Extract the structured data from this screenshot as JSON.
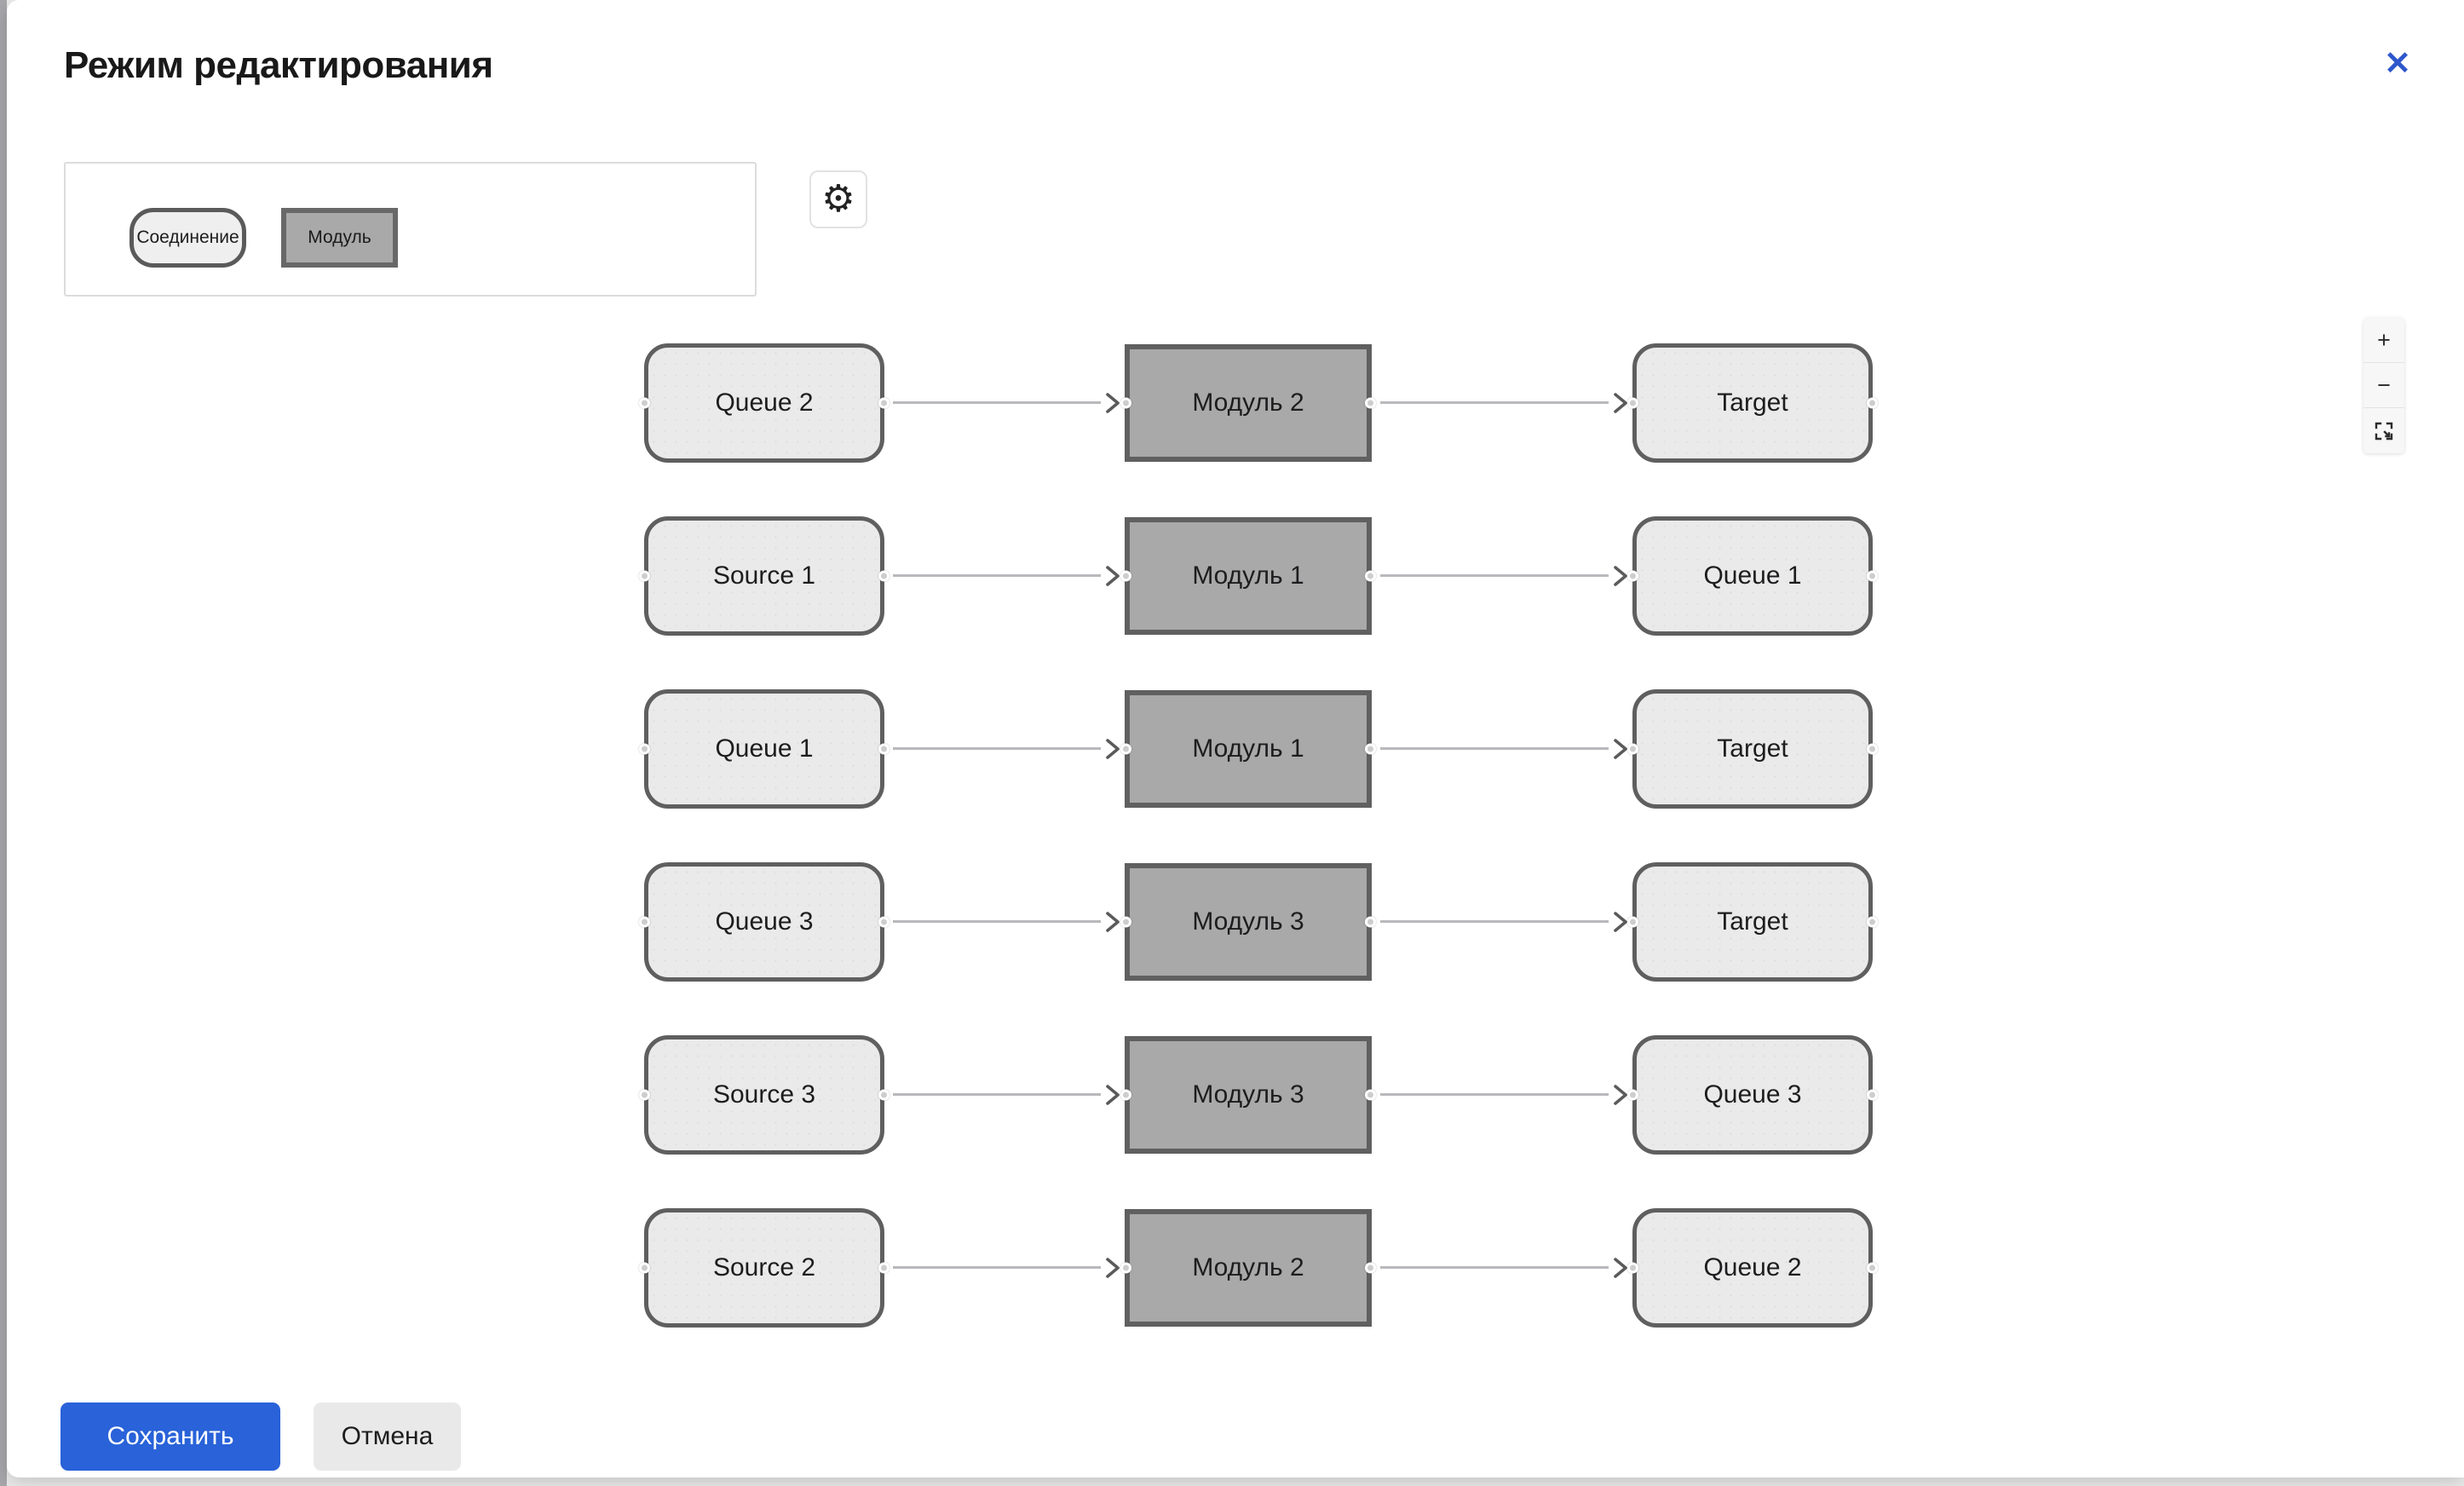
{
  "modal": {
    "title": "Режим редактирования",
    "close_icon": "✕"
  },
  "palette": {
    "items": [
      {
        "type": "connection",
        "label": "Соединение"
      },
      {
        "type": "module",
        "label": "Модуль"
      }
    ]
  },
  "toolbar": {
    "settings_icon": "⚙"
  },
  "canvas": {
    "rows": [
      {
        "source": "Queue 2",
        "module": "Модуль 2",
        "target": "Target"
      },
      {
        "source": "Source 1",
        "module": "Модуль 1",
        "target": "Queue 1"
      },
      {
        "source": "Queue 1",
        "module": "Модуль 1",
        "target": "Target"
      },
      {
        "source": "Queue 3",
        "module": "Модуль 3",
        "target": "Target"
      },
      {
        "source": "Source 3",
        "module": "Модуль 3",
        "target": "Queue 3"
      },
      {
        "source": "Source 2",
        "module": "Модуль 2",
        "target": "Queue 2"
      }
    ]
  },
  "zoom_controls": {
    "zoom_in_label": "+",
    "zoom_out_label": "−",
    "fit_view_icon": "fit-view"
  },
  "footer": {
    "save_label": "Сохранить",
    "cancel_label": "Отмена"
  },
  "colors": {
    "accent_blue": "#2962d9",
    "close_blue": "#2d57cb",
    "node_fill": "#eaeaea",
    "node_border": "#5f5f5f",
    "module_fill": "#a9a9a9",
    "module_border": "#606060",
    "edge_line": "#b9b9bd",
    "edge_arrow": "#5a5a5a",
    "page_left_strip": "#a8a8ac",
    "page_bottom": "#ededed"
  }
}
